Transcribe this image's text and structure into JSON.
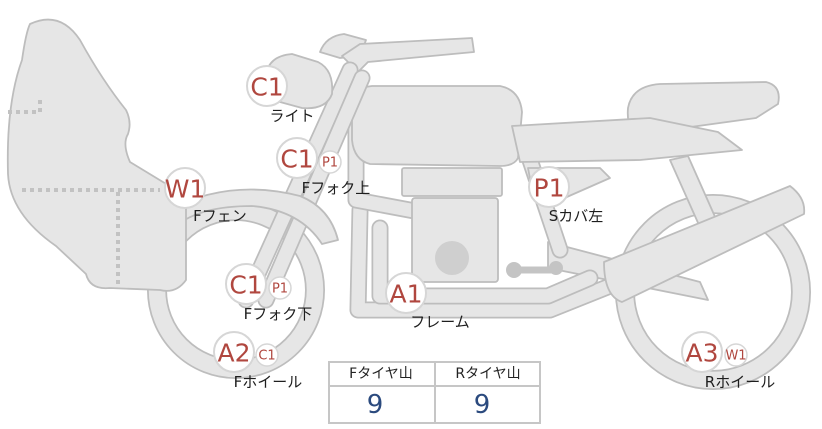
{
  "parts": [
    {
      "id": "light",
      "code": "C1",
      "sub": "",
      "label": "ライト"
    },
    {
      "id": "ffork_upper",
      "code": "C1",
      "sub": "P1",
      "label": "Fフォク上"
    },
    {
      "id": "ffender",
      "code": "W1",
      "sub": "",
      "label": "Fフェン"
    },
    {
      "id": "ffork_lower",
      "code": "C1",
      "sub": "P1",
      "label": "Fフォク下"
    },
    {
      "id": "fwheel",
      "code": "A2",
      "sub": "C1",
      "label": "Fホイール"
    },
    {
      "id": "frame",
      "code": "A1",
      "sub": "",
      "label": "フレーム"
    },
    {
      "id": "scover_left",
      "code": "P1",
      "sub": "",
      "label": "Sカバ左"
    },
    {
      "id": "rwheel",
      "code": "A3",
      "sub": "W1",
      "label": "Rホイール"
    }
  ],
  "tire_table": {
    "headers": [
      "Fタイヤ山",
      "Rタイヤ山"
    ],
    "values": [
      "9",
      "9"
    ]
  }
}
